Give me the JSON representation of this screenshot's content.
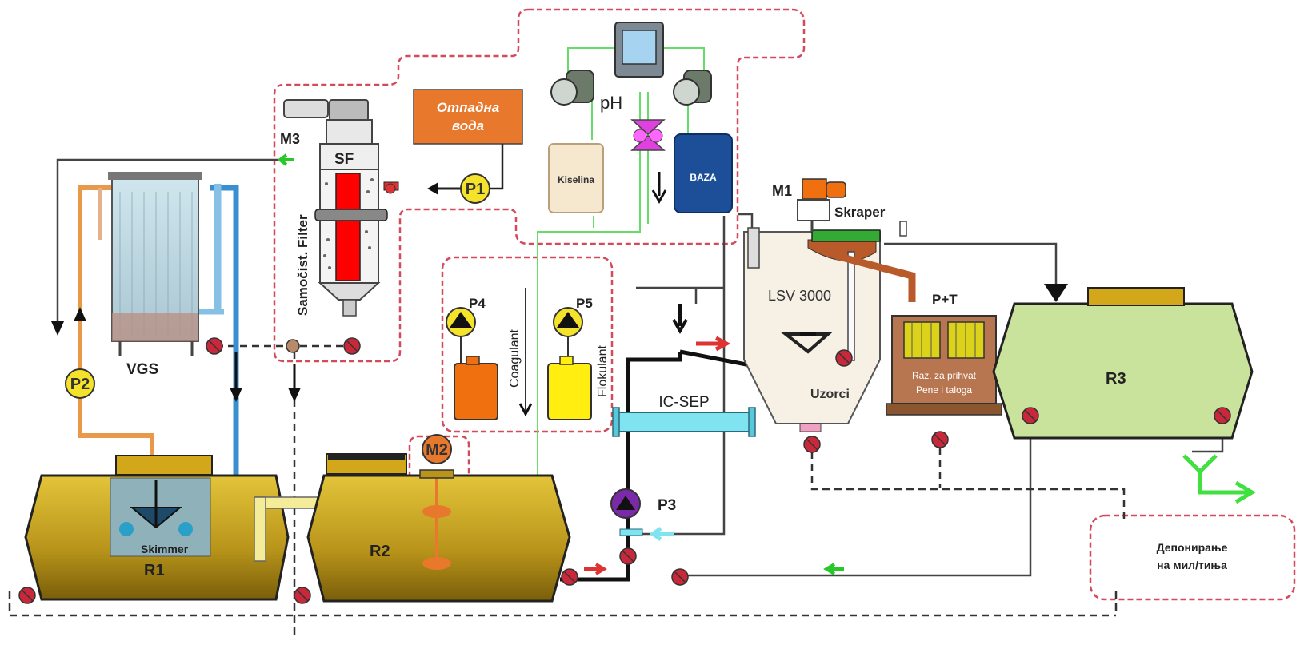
{
  "labels": {
    "otpadna_voda_1": "Отпадна",
    "otpadna_voda_2": "вода",
    "ph": "pH",
    "kiselina": "Kiselina",
    "baza": "BAZA",
    "m3": "M3",
    "sf": "SF",
    "samocist_filter": "Samočist. Filter",
    "p1": "P1",
    "p2": "P2",
    "vgs": "VGS",
    "m1": "M1",
    "skraper": "Skraper",
    "lsv": "LSV 3000",
    "uzorci": "Uzorci",
    "pt": "P+T",
    "raz_1": "Raz. za prihvat",
    "raz_2": "Pene i taloga",
    "r3": "R3",
    "p4": "P4",
    "p5": "P5",
    "coagulant": "Coagulant",
    "flokulant": "Flokulant",
    "ic_sep": "IC-SEP",
    "p3": "P3",
    "m2": "M2",
    "r1": "R1",
    "skimmer": "Skimmer",
    "r2": "R2",
    "deponovanje_1": "Депонирање",
    "deponovanje_2": "на мил/тиња"
  },
  "colors": {
    "tank_yellow": "#c9a71a",
    "tank_outline": "#222222",
    "dashed_red": "#d24a5c",
    "orange_box": "#e8782c",
    "pump_yellow": "#f5e22a",
    "valve_red": "#c8283a",
    "pipe_blue": "#3a8fd0",
    "pipe_orange": "#e89a4a",
    "pipe_green": "#66dd66",
    "ic_sep_cyan": "#7fe3f0",
    "p3_purple": "#7a2aa8",
    "r3_green": "#c9e39c"
  }
}
